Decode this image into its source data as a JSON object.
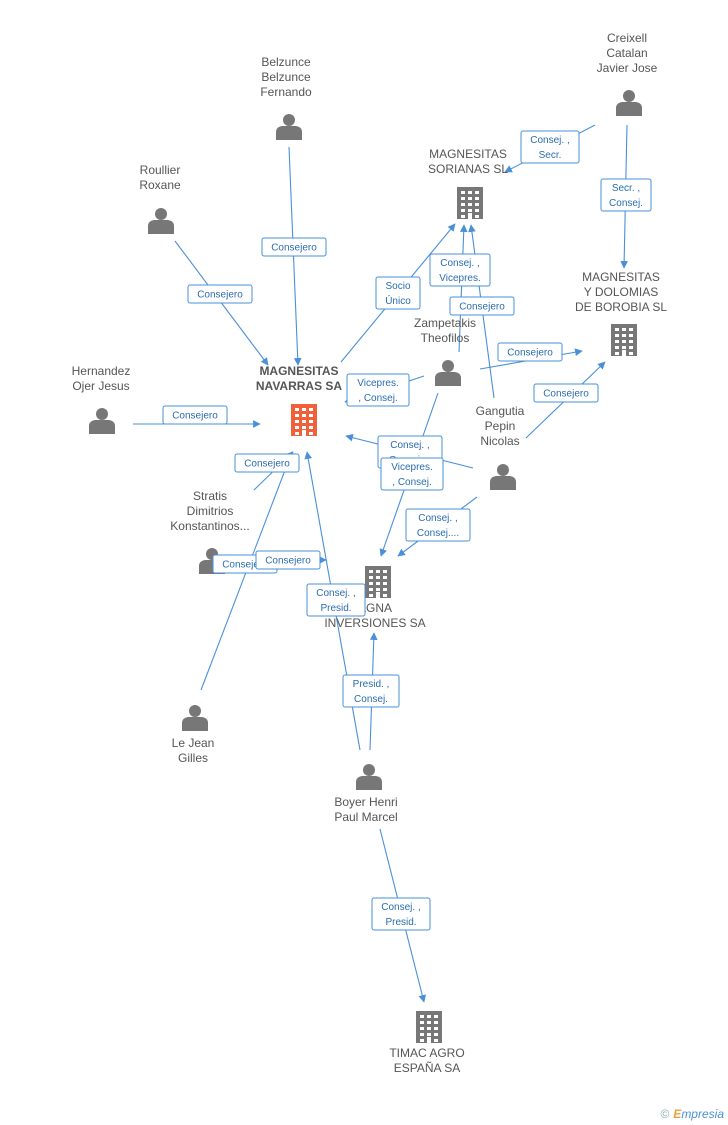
{
  "colors": {
    "accent": "#4a90d9",
    "icon": "#777777",
    "focus": "#f0603a"
  },
  "nodes": [
    {
      "id": "navarras",
      "type": "company",
      "focus": true,
      "lines": [
        "MAGNESITAS",
        "NAVARRAS SA"
      ]
    },
    {
      "id": "sorianas",
      "type": "company",
      "lines": [
        "MAGNESITAS",
        "SORIANAS SL"
      ]
    },
    {
      "id": "borobia",
      "type": "company",
      "lines": [
        "MAGNESITAS",
        "Y DOLOMIAS",
        "DE BOROBIA SL"
      ]
    },
    {
      "id": "magna",
      "type": "company",
      "lines": [
        "AGNA",
        "INVERSIONES SA"
      ]
    },
    {
      "id": "timac",
      "type": "company",
      "lines": [
        "TIMAC AGRO",
        "ESPAÑA SA"
      ]
    },
    {
      "id": "belzunce",
      "type": "person",
      "lines": [
        "Belzunce",
        "Belzunce",
        "Fernando"
      ]
    },
    {
      "id": "roullier",
      "type": "person",
      "lines": [
        "Roullier",
        "Roxane"
      ]
    },
    {
      "id": "hernandez",
      "type": "person",
      "lines": [
        "Hernandez",
        "Ojer Jesus"
      ]
    },
    {
      "id": "stratis",
      "type": "person",
      "lines": [
        "Stratis",
        "Dimitrios",
        "Konstantinos..."
      ]
    },
    {
      "id": "lejean",
      "type": "person",
      "lines": [
        "Le Jean",
        "Gilles"
      ]
    },
    {
      "id": "creixell",
      "type": "person",
      "lines": [
        "Creixell",
        "Catalan",
        "Javier Jose"
      ]
    },
    {
      "id": "zampetakis",
      "type": "person",
      "lines": [
        "Zampetakis",
        "Theofilos"
      ]
    },
    {
      "id": "gangutia",
      "type": "person",
      "lines": [
        "Gangutia",
        "Pepin",
        "Nicolas"
      ]
    },
    {
      "id": "boyer",
      "type": "person",
      "lines": [
        "Boyer Henri",
        "Paul Marcel"
      ]
    }
  ],
  "edges": [
    {
      "id": "belzunce-navarras",
      "lines": [
        "Consejero"
      ]
    },
    {
      "id": "roullier-navarras",
      "lines": [
        "Consejero"
      ]
    },
    {
      "id": "hernandez-navarras",
      "lines": [
        "Consejero"
      ]
    },
    {
      "id": "stratis-navarras",
      "lines": [
        "Consejero"
      ]
    },
    {
      "id": "lejean-navarras",
      "lines": [
        "Consejero"
      ]
    },
    {
      "id": "navarras-sorianas",
      "lines": [
        "Socio",
        "Único"
      ]
    },
    {
      "id": "creixell-sorianas",
      "lines": [
        "Consej. ,",
        "Secr."
      ]
    },
    {
      "id": "creixell-borobia",
      "lines": [
        "Secr. ,",
        "Consej."
      ]
    },
    {
      "id": "zampetakis-sorianas",
      "lines": [
        "Consej. ,",
        "Vicepres."
      ]
    },
    {
      "id": "gangutia-sorianas",
      "lines": [
        "Consejero"
      ]
    },
    {
      "id": "zampetakis-borobia",
      "lines": [
        "Consejero"
      ]
    },
    {
      "id": "gangutia-borobia",
      "lines": [
        "Consejero"
      ]
    },
    {
      "id": "zampetakis-navarras",
      "lines": [
        "Vicepres.",
        ", Consej."
      ]
    },
    {
      "id": "gangutia-navarras",
      "lines": [
        "Consej. ,",
        "Consej...."
      ]
    },
    {
      "id": "zampetakis-magna",
      "lines": [
        "Vicepres.",
        ", Consej."
      ]
    },
    {
      "id": "gangutia-magna",
      "lines": [
        "Consej. ,",
        "Consej...."
      ]
    },
    {
      "id": "stratis-magna",
      "lines": [
        "Consejero"
      ]
    },
    {
      "id": "boyer-navarras",
      "lines": [
        "Consej. ,",
        "Presid."
      ]
    },
    {
      "id": "boyer-magna",
      "lines": [
        "Presid. ,",
        "Consej."
      ]
    },
    {
      "id": "boyer-timac",
      "lines": [
        "Consej. ,",
        "Presid."
      ]
    }
  ],
  "watermark": {
    "copyright": "©",
    "brand_initial": "E",
    "brand_rest": "mpresia"
  }
}
